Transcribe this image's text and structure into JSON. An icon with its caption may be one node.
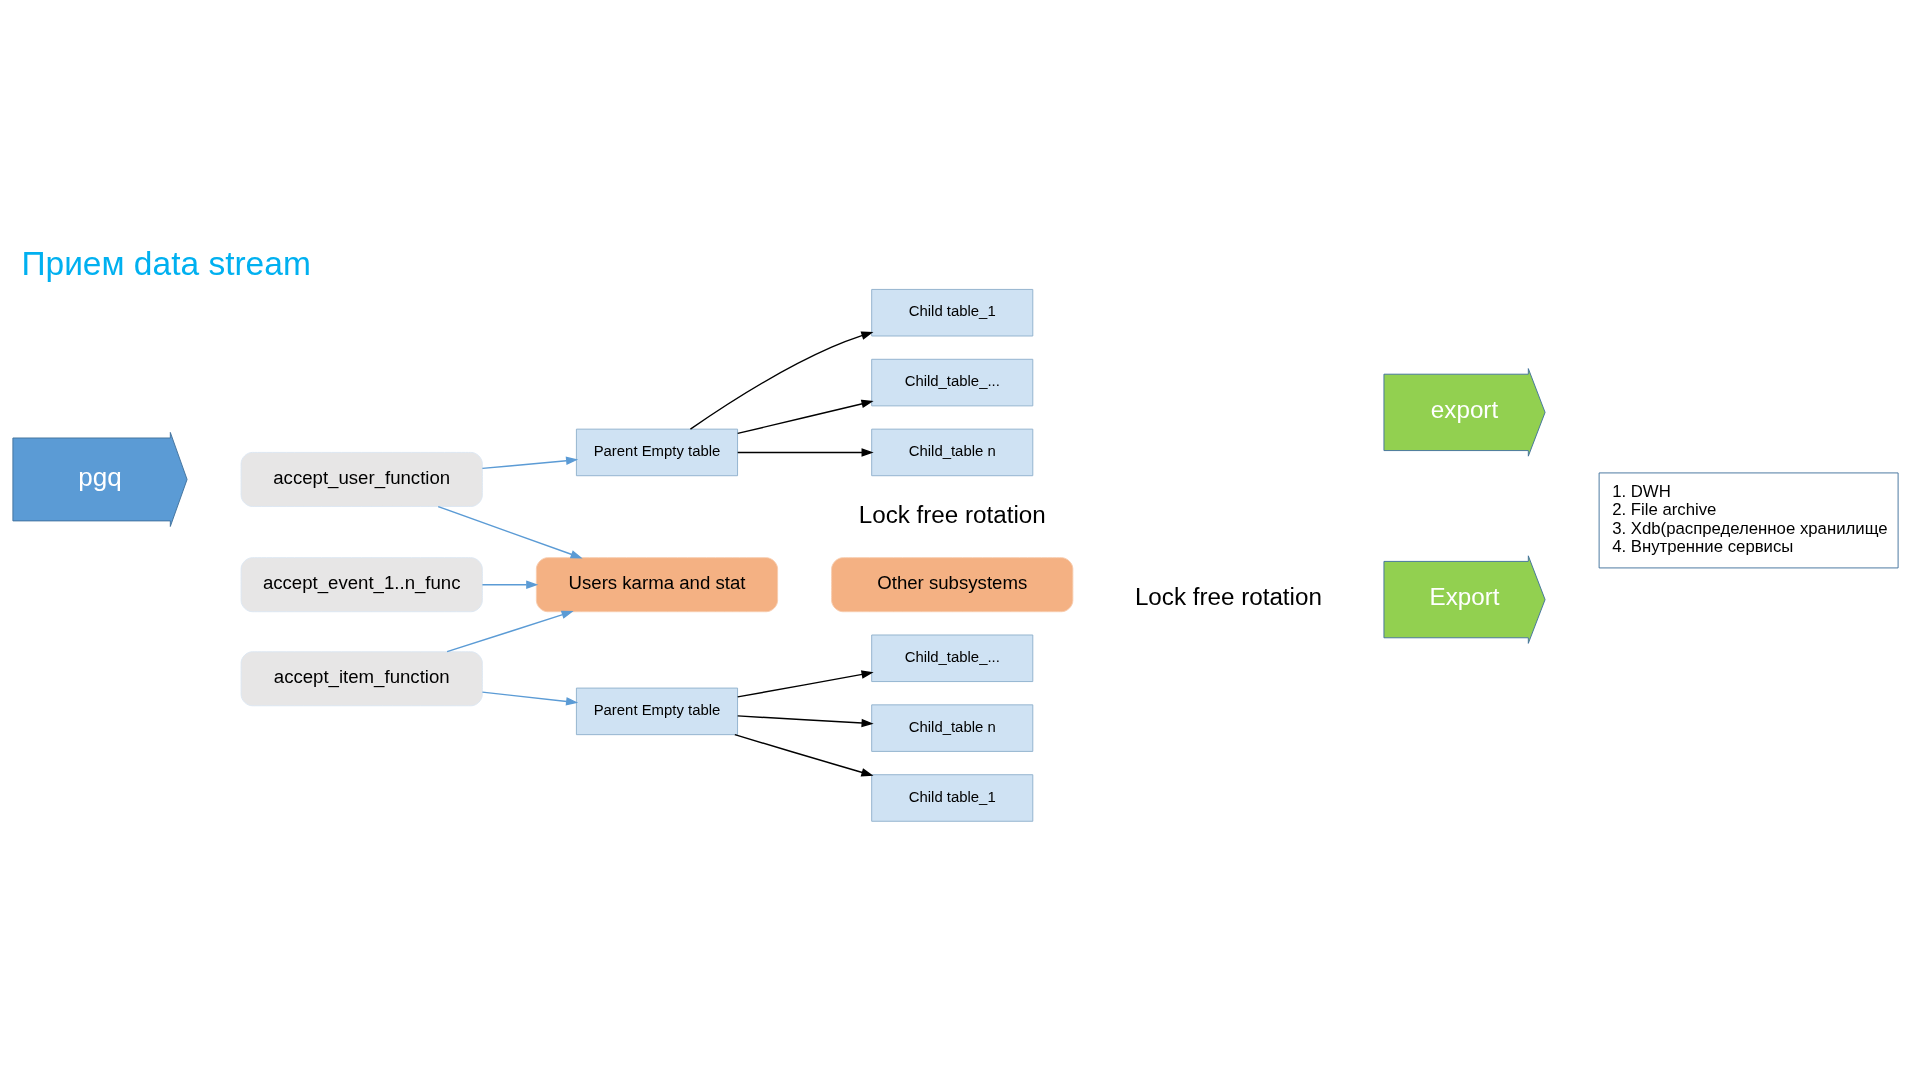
{
  "diagram": {
    "title": "Прием data stream",
    "nodes": [
      {
        "text": [
          "pgq"
        ]
      },
      {
        "text": [
          "accept_item_function"
        ]
      },
      {
        "text": [
          "accept_user_function"
        ]
      },
      {
        "text": [
          "accept_event_1..n_func"
        ]
      },
      {
        "text": [
          "Parent Empty table"
        ]
      },
      {
        "text": [
          "Child table_1"
        ]
      },
      {
        "text": [
          "Child_table_..."
        ]
      },
      {
        "text": [
          "Child_table n"
        ]
      },
      {
        "text": [
          "Users karma and stat"
        ]
      },
      {
        "text": [
          "Other subsystems"
        ]
      },
      {
        "text": [
          "Export"
        ]
      },
      {
        "text": [
          "Parent Empty table"
        ]
      },
      {
        "text": [
          "Child table_1"
        ]
      },
      {
        "text": [
          "Child_table_..."
        ]
      },
      {
        "text": [
          "Child_table n"
        ]
      },
      {
        "text": [
          "export"
        ]
      },
      {
        "text": [
          "1. DWH",
          "2. File archive",
          "3. Xdb(распределенное хранилище",
          "4. Внутренние сервисы"
        ]
      }
    ],
    "edges": [
      {
        "from": 1,
        "to": 4,
        "arrow": "to",
        "color": "#5b9bd5"
      },
      {
        "from": 1,
        "to": 8,
        "arrow": "to",
        "color": "#5b9bd5"
      },
      {
        "from": 2,
        "to": 8,
        "arrow": "to",
        "color": "#5b9bd5"
      },
      {
        "from": 2,
        "to": 11,
        "arrow": "to",
        "color": "#5b9bd5"
      },
      {
        "from": 3,
        "to": 8,
        "arrow": "to",
        "color": "#5b9bd5"
      },
      {
        "from": 4,
        "to": 5,
        "arrow": "to"
      },
      {
        "from": 4,
        "to": 6,
        "arrow": "to"
      },
      {
        "from": 4,
        "to": 7,
        "arrow": "to"
      },
      {
        "from": 11,
        "to": 12,
        "arrow": "to"
      },
      {
        "from": 11,
        "to": 13,
        "arrow": "to"
      },
      {
        "from": 11,
        "to": 14,
        "arrow": "to"
      }
    ],
    "labels": [
      "Lock free rotation",
      "Lock free rotation"
    ]
  }
}
